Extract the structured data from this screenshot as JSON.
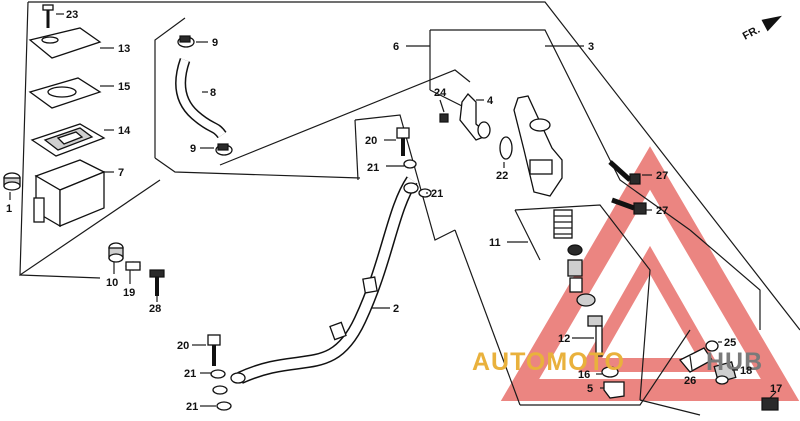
{
  "diagram": {
    "direction_marker": "FR.",
    "part_numbers": {
      "p1": "1",
      "p2": "2",
      "p3": "3",
      "p4": "4",
      "p5": "5",
      "p6": "6",
      "p7": "7",
      "p8": "8",
      "p9a": "9",
      "p9b": "9",
      "p10": "10",
      "p11": "11",
      "p12": "12",
      "p13": "13",
      "p14": "14",
      "p15": "15",
      "p16": "16",
      "p17": "17",
      "p18": "18",
      "p19": "19",
      "p20a": "20",
      "p20b": "20",
      "p21a": "21",
      "p21b": "21",
      "p21c": "21",
      "p21d": "21",
      "p22": "22",
      "p23": "23",
      "p24": "24",
      "p25": "25",
      "p26": "26",
      "p27a": "27",
      "p27b": "27",
      "p28": "28"
    }
  },
  "watermark": {
    "text_part1": "AUTOMOTO",
    "text_part2": "HUB",
    "color_triangle": "#e0403a",
    "color_text1": "#e9b13c",
    "color_text2": "#7a7a7a"
  }
}
